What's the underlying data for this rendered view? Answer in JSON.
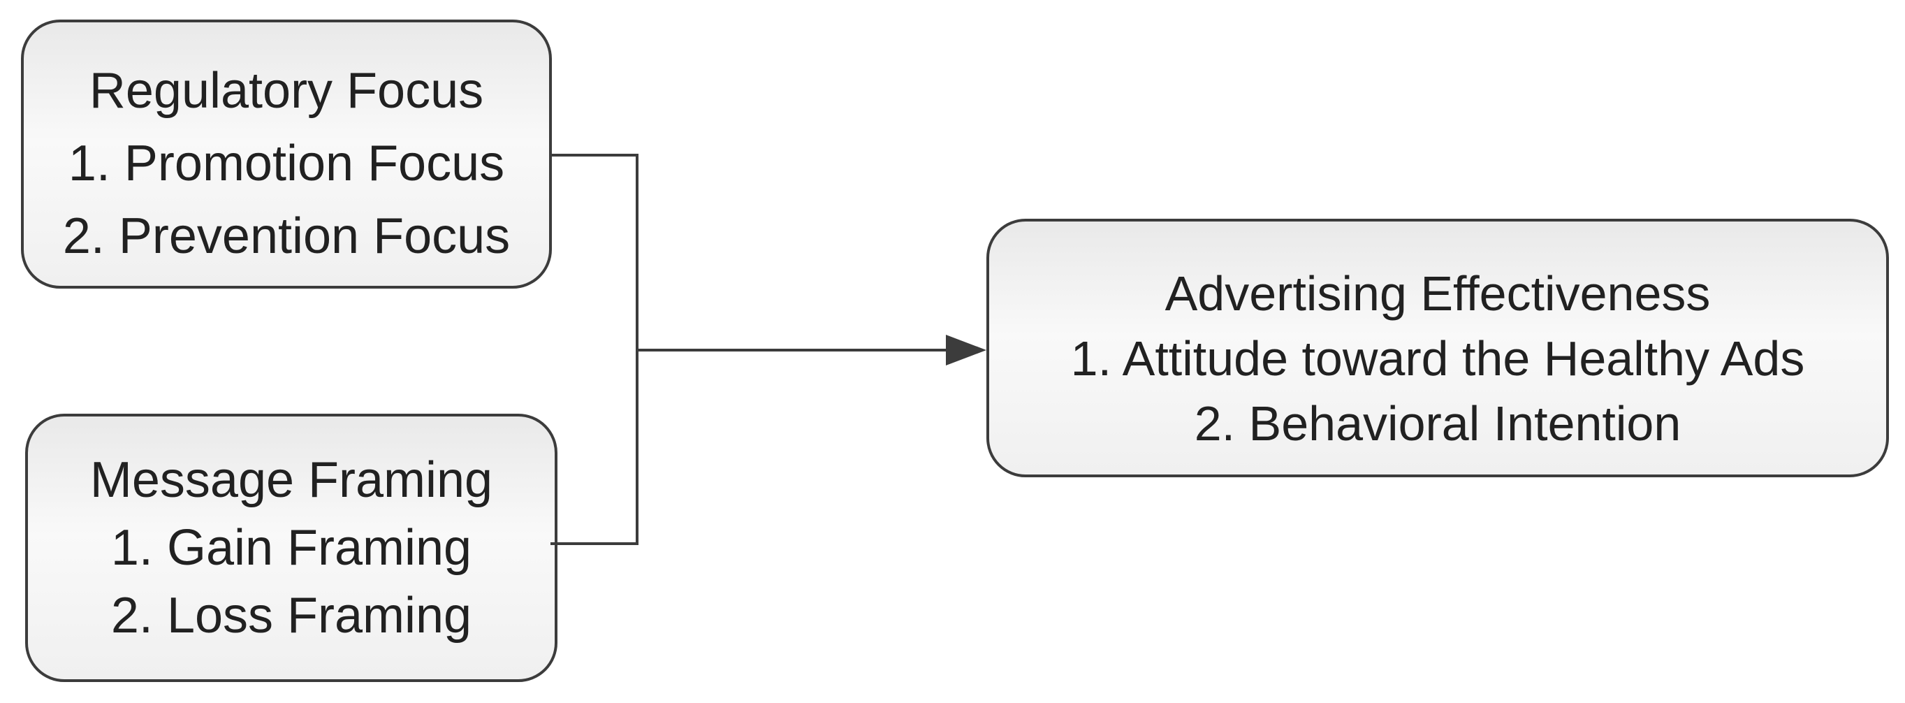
{
  "colors": {
    "background": "#ffffff",
    "stroke": "#3c3c3c",
    "text": "#212121",
    "box_fill_top": "#e9e9e9",
    "box_fill_bottom": "#f0f0f0"
  },
  "boxes": [
    {
      "name": "regulatory-focus",
      "lines": [
        "Regulatory Focus",
        "1. Promotion Focus",
        "2. Prevention Focus"
      ]
    },
    {
      "name": "message-framing",
      "lines": [
        "Message Framing",
        "1. Gain Framing",
        "2. Loss Framing"
      ]
    },
    {
      "name": "advertising-effectiveness",
      "lines": [
        "Advertising Effectiveness",
        "1. Attitude toward the Healthy Ads",
        "2. Behavioral Intention"
      ]
    }
  ],
  "edges": [
    {
      "from": "regulatory-focus",
      "to": "advertising-effectiveness",
      "arrow": "right"
    },
    {
      "from": "message-framing",
      "to": "advertising-effectiveness",
      "arrow": "right"
    }
  ]
}
